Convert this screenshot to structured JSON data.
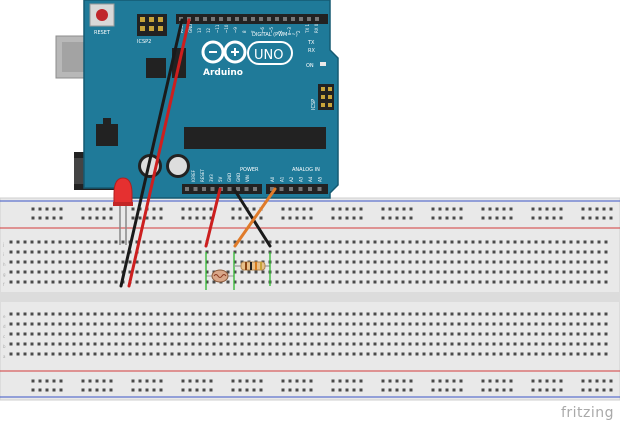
{
  "board": {
    "model": "UNO",
    "brand": "Arduino",
    "reset_label": "RESET",
    "icsp2_label": "ICSP2",
    "icsp_label": "ICSP",
    "digital_label": "DIGITAL (PWM=~)",
    "on_label": "ON",
    "tx_label": "TX",
    "rx_label": "RX",
    "l_label": "L",
    "power_label": "POWER",
    "analog_label": "ANALOG IN",
    "top_pins": [
      "AREF",
      "GND",
      "13",
      "12",
      "~11",
      "~10",
      "~9",
      "8",
      "7",
      "~6",
      "~5",
      "4",
      "~3",
      "2",
      "TX 1",
      "RX 0"
    ],
    "power_pins": [
      "IOREF",
      "RESET",
      "3V3",
      "5V",
      "GND",
      "GND",
      "VIN"
    ],
    "analog_pins": [
      "A0",
      "A1",
      "A2",
      "A3",
      "A4",
      "A5"
    ],
    "board_color": "#1f7a99"
  },
  "breadboard": {
    "row_labels": [
      "j",
      "i",
      "h",
      "g",
      "f",
      "e",
      "d",
      "c",
      "b",
      "a"
    ],
    "rail_red": "#d23a3a",
    "rail_blue": "#3a55c8"
  },
  "components": {
    "led_color": "#e53030",
    "resistor": "resistor",
    "photoresistor": "photoresistor"
  },
  "wires": {
    "black": "#1a1a1a",
    "red": "#cc1f1f",
    "orange": "#e07b2a"
  },
  "watermark": "fritzing"
}
